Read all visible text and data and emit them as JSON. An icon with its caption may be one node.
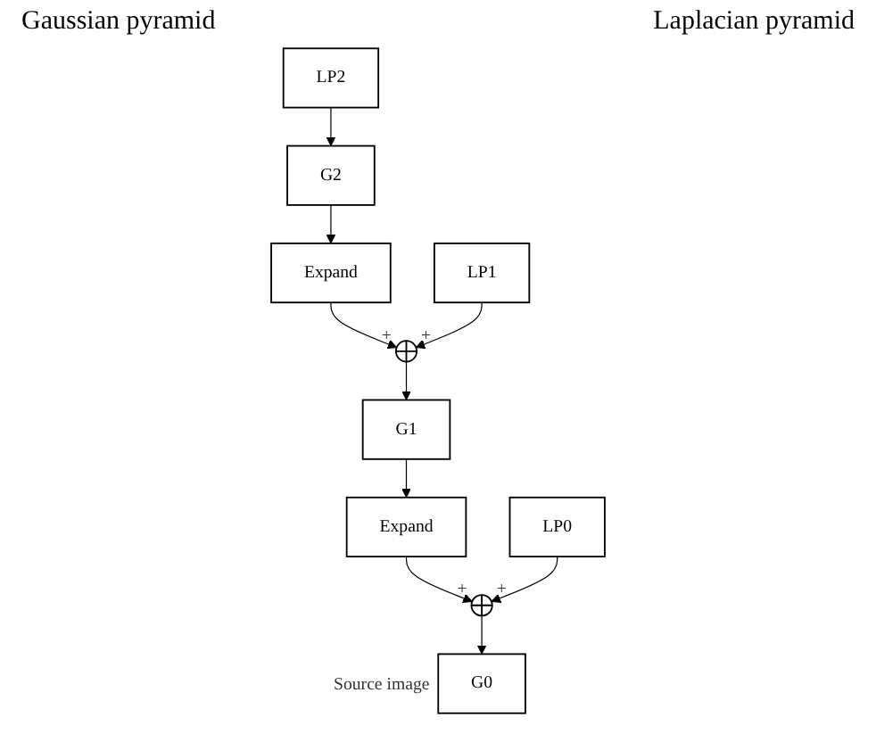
{
  "diagram": {
    "nodes": [
      {
        "text": [
          "G2"
        ]
      },
      {
        "text": [
          "LP2"
        ]
      },
      {
        "text": [
          "Expand"
        ]
      },
      {
        "text": [],
        "shape": "circle",
        "beside": [
          "+",
          "+"
        ]
      },
      {
        "text": [
          "G1"
        ]
      },
      {
        "text": [
          "LP1"
        ]
      },
      {
        "text": [
          "Expand"
        ]
      },
      {
        "text": [],
        "shape": "circle",
        "beside": [
          "+",
          "+"
        ]
      },
      {
        "text": [
          "G0"
        ],
        "beside": [
          "Source image"
        ]
      },
      {
        "text": [
          "LP0"
        ]
      }
    ],
    "edges": [
      {
        "from": 1,
        "to": 0,
        "arrow": "to"
      },
      {
        "from": 0,
        "to": 2,
        "arrow": "to"
      },
      {
        "from": 2,
        "to": 3,
        "arrow": "to"
      },
      {
        "from": 5,
        "to": 3,
        "arrow": "to"
      },
      {
        "from": 3,
        "to": 4,
        "arrow": "to"
      },
      {
        "from": 4,
        "to": 6,
        "arrow": "to"
      },
      {
        "from": 6,
        "to": 7,
        "arrow": "to"
      },
      {
        "from": 9,
        "to": 7,
        "arrow": "to"
      },
      {
        "from": 7,
        "to": 8,
        "arrow": "to"
      }
    ],
    "labels": [
      "Gaussian pyramid",
      "Laplacian pyramid"
    ]
  }
}
